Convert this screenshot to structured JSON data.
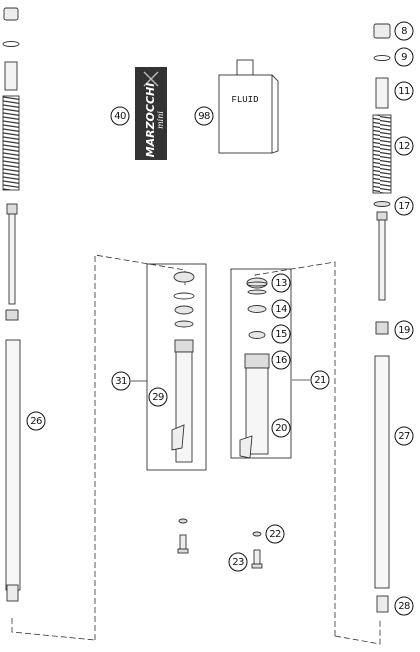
{
  "diagram": {
    "product_labels": {
      "brand": "MARZOCCHI",
      "brand_sub": "mini",
      "fluid": "FLUID"
    },
    "callouts": [
      {
        "id": "8",
        "label": "8"
      },
      {
        "id": "9",
        "label": "9"
      },
      {
        "id": "11",
        "label": "11"
      },
      {
        "id": "12",
        "label": "12"
      },
      {
        "id": "17",
        "label": "17"
      },
      {
        "id": "19",
        "label": "19"
      },
      {
        "id": "21",
        "label": "21"
      },
      {
        "id": "27",
        "label": "27"
      },
      {
        "id": "28",
        "label": "28"
      },
      {
        "id": "40",
        "label": "40"
      },
      {
        "id": "98",
        "label": "98"
      },
      {
        "id": "13",
        "label": "13"
      },
      {
        "id": "14",
        "label": "14"
      },
      {
        "id": "15",
        "label": "15"
      },
      {
        "id": "16",
        "label": "16"
      },
      {
        "id": "20",
        "label": "20"
      },
      {
        "id": "22",
        "label": "22"
      },
      {
        "id": "23",
        "label": "23"
      },
      {
        "id": "31",
        "label": "31"
      },
      {
        "id": "29",
        "label": "29"
      },
      {
        "id": "26",
        "label": "26"
      }
    ]
  }
}
